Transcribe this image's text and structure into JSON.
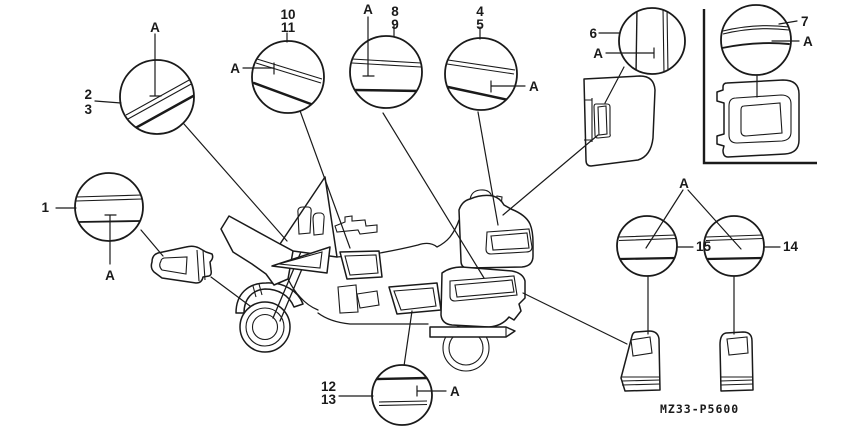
{
  "meta": {
    "background": "#ffffff",
    "line_color": "#1a1a1a"
  },
  "part_code": "MZ33-P5600",
  "labels": {
    "ref1": "1",
    "ref2": "2",
    "ref3": "3",
    "ref4": "4",
    "ref5": "5",
    "ref6": "6",
    "ref7": "7",
    "ref8": "8",
    "ref9": "9",
    "ref10": "10",
    "ref11": "11",
    "ref12": "12",
    "ref13": "13",
    "ref14": "14",
    "ref15": "15",
    "marker": "A"
  },
  "callouts": [
    {
      "refs": [
        "1"
      ],
      "marker": "A",
      "stripe_pattern": "horizontal double line over single line",
      "points_to": "front fender part"
    },
    {
      "refs": [
        "2",
        "3"
      ],
      "marker": "A",
      "stripe_pattern": "diagonal up-right double line over thick line",
      "points_to": "front fairing"
    },
    {
      "refs": [
        "10",
        "11"
      ],
      "marker": "A",
      "stripe_pattern": "diagonal down-right double line over thick line",
      "points_to": "windscreen garnish"
    },
    {
      "refs": [
        "8",
        "9"
      ],
      "marker": "A",
      "stripe_pattern": "horizontal double line over thick line",
      "points_to": "saddlebag stripe"
    },
    {
      "refs": [
        "4",
        "5"
      ],
      "marker": "A",
      "stripe_pattern": "sloped double line over thick line",
      "points_to": "trunk stripe"
    },
    {
      "refs": [
        "6"
      ],
      "marker": "A",
      "stripe_pattern": "vertical stripes",
      "points_to": "trunk lid edge"
    },
    {
      "refs": [
        "7"
      ],
      "marker": "A",
      "stripe_pattern": "curved horizontal stripes",
      "points_to": "saddlebag top cover"
    },
    {
      "refs": [
        "12",
        "13"
      ],
      "marker": "A",
      "stripe_pattern": "thick line over horizontal double line",
      "points_to": "lower side cowl"
    },
    {
      "refs": [
        "15"
      ],
      "marker": "A",
      "stripe_pattern": "horizontal double line over thick line",
      "points_to": "left rear side panel"
    },
    {
      "refs": [
        "14"
      ],
      "marker": "A",
      "stripe_pattern": "horizontal double line over thick line",
      "points_to": "right rear side panel"
    }
  ]
}
